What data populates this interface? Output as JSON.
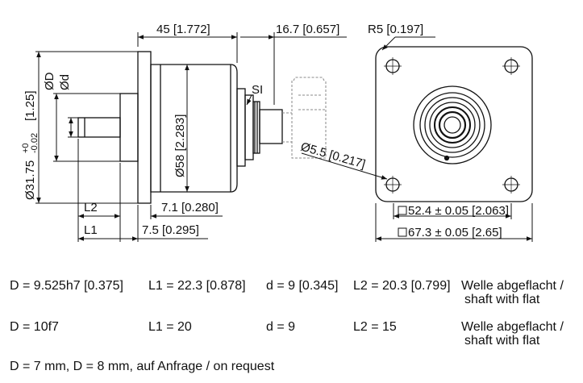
{
  "dimensions": {
    "body_length": "45 [1.772]",
    "connector_length": "16.7 [0.657]",
    "corner_radius": "R5 [0.197]",
    "bore_outer": "ØD",
    "bore_inner": "Ød",
    "shaft_dia_main": "Ø31.75",
    "shaft_dia_tol_upper": "+0",
    "shaft_dia_tol_lower": "-0.02",
    "shaft_dia_inch": "[1.25]",
    "housing_dia": "Ø58 [2.283]",
    "connector_label": "SI",
    "hole_dia": "Ø5.5 [0.217]",
    "flange_offset_1": "7.1 [0.280]",
    "flange_offset_2": "7.5 [0.295]",
    "shaft_l2": "L2",
    "shaft_l1": "L1",
    "square_inner": "52.4 ± 0.05 [2.063]",
    "square_outer": "67.3 ± 0.05 [2.65]"
  },
  "specs": {
    "row1": {
      "D": "D = 9.525h7 [0.375]",
      "L1": "L1 = 22.3 [0.878]",
      "d": "d = 9 [0.345]",
      "L2": "L2 = 20.3 [0.799]",
      "note_line1": "Welle abgeflacht /",
      "note_line2": "shaft with flat"
    },
    "row2": {
      "D": "D = 10f7",
      "L1": "L1 = 20",
      "d": "d = 9",
      "L2": "L2 = 15",
      "note_line1": "Welle abgeflacht /",
      "note_line2": "shaft with flat"
    },
    "footnote": "D = 7 mm, D = 8 mm, auf Anfrage / on request"
  }
}
